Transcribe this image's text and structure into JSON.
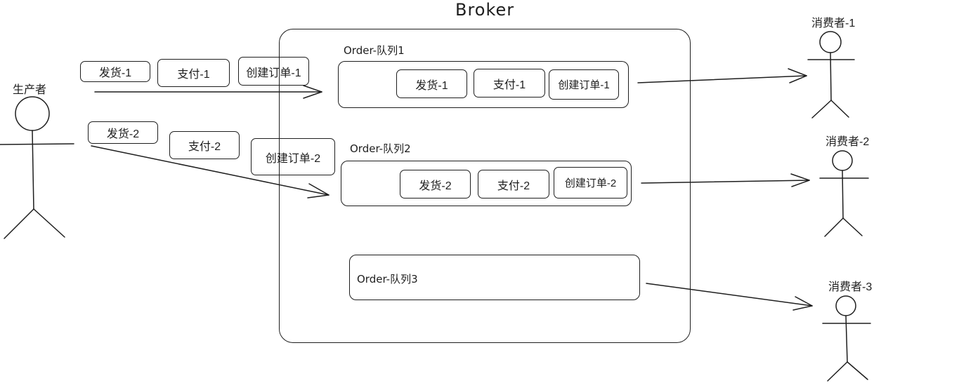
{
  "broker": {
    "title": "Broker"
  },
  "producer": {
    "label": "生产者"
  },
  "queues": [
    {
      "label": "Order-队列1",
      "messages": [
        "发货-1",
        "支付-1",
        "创建订单-1"
      ]
    },
    {
      "label": "Order-队列2",
      "messages": [
        "发货-2",
        "支付-2",
        "创建订单-2"
      ]
    },
    {
      "label": "Order-队列3",
      "messages": []
    }
  ],
  "incoming": [
    [
      "发货-1",
      "支付-1",
      "创建订单-1"
    ],
    [
      "发货-2",
      "支付-2",
      "创建订单-2"
    ]
  ],
  "consumers": [
    {
      "label": "消费者-1"
    },
    {
      "label": "消费者-2"
    },
    {
      "label": "消费者-3"
    }
  ]
}
